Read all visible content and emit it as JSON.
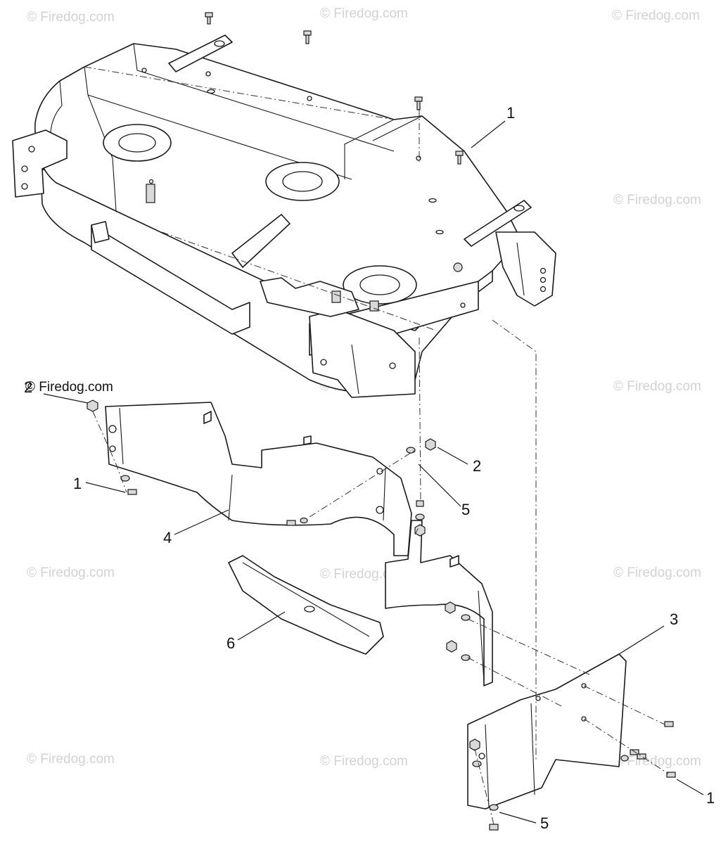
{
  "watermark": {
    "text": "© Firedog.com",
    "color": "#d2d2d2"
  },
  "callouts": {
    "c1_top": "1",
    "c1_left": "1",
    "c1_bottom_right": "1",
    "c2_left": "2",
    "c2_right": "2",
    "c3": "3",
    "c4": "4",
    "c5_mid": "5",
    "c5_bottom": "5",
    "c6": "6"
  },
  "parts": [
    {
      "id": "deck-housing",
      "kind": "mower deck"
    },
    {
      "id": "rear-baffle",
      "callout": "4"
    },
    {
      "id": "side-baffle",
      "callout": "3"
    },
    {
      "id": "blade",
      "callout": "6"
    },
    {
      "id": "bolt",
      "callout": "1"
    },
    {
      "id": "nut",
      "callout": "2"
    },
    {
      "id": "washer",
      "callout": "5"
    }
  ]
}
